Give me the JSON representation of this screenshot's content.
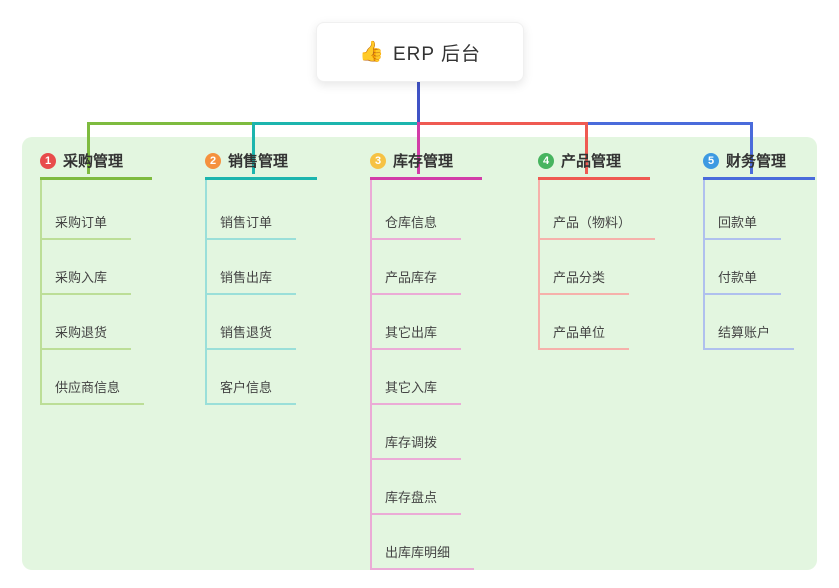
{
  "root": {
    "icon": "👍",
    "label": "ERP 后台",
    "line_color": "#4053C6"
  },
  "panel_color": "#E3F6E0",
  "branches": [
    {
      "badge": "1",
      "label": "采购管理",
      "color": "#7EBB3F",
      "light": "#BCDE97",
      "badge_color": "#E84C4C",
      "children": [
        "采购订单",
        "采购入库",
        "采购退货",
        "供应商信息"
      ]
    },
    {
      "badge": "2",
      "label": "销售管理",
      "color": "#1CB5AE",
      "light": "#9ADFD9",
      "badge_color": "#F5913E",
      "children": [
        "销售订单",
        "销售出库",
        "销售退货",
        "客户信息"
      ]
    },
    {
      "badge": "3",
      "label": "库存管理",
      "color": "#D23DA8",
      "light": "#EBABD6",
      "badge_color": "#F6C244",
      "children": [
        "仓库信息",
        "产品库存",
        "其它出库",
        "其它入库",
        "库存调拨",
        "库存盘点",
        "出库库明细"
      ]
    },
    {
      "badge": "4",
      "label": "产品管理",
      "color": "#EF5A52",
      "light": "#F6B1AB",
      "badge_color": "#47B45F",
      "children": [
        "产品（物料）",
        "产品分类",
        "产品单位"
      ]
    },
    {
      "badge": "5",
      "label": "财务管理",
      "color": "#4A6BDB",
      "light": "#AFC0EE",
      "badge_color": "#3D9AE2",
      "children": [
        "回款单",
        "付款单",
        "结算账户"
      ]
    }
  ]
}
